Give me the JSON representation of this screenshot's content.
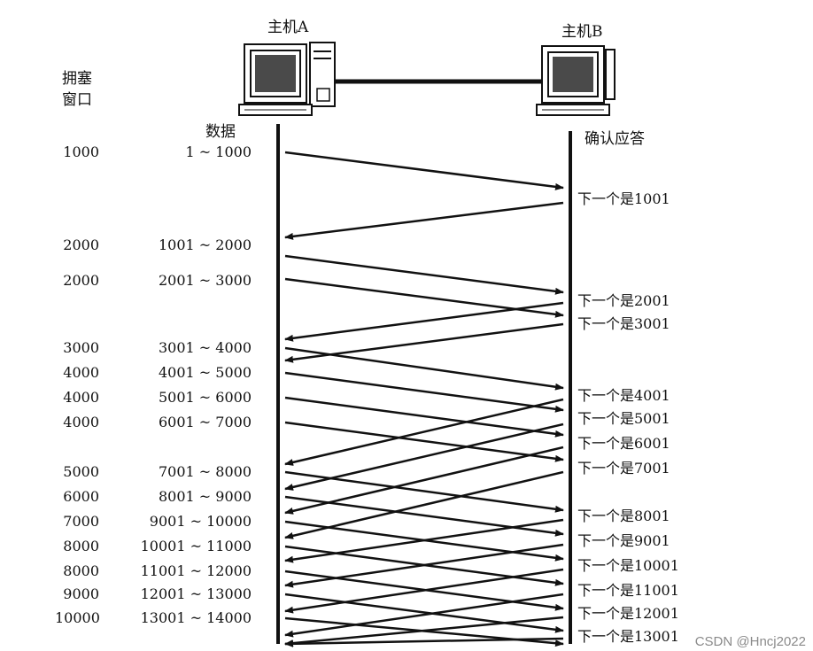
{
  "host_a": {
    "label": "主机A"
  },
  "host_b": {
    "label": "主机B"
  },
  "labels": {
    "cwnd_title_line1": "拥塞",
    "cwnd_title_line2": "窗口",
    "data_title": "数据",
    "ack_title": "确认应答"
  },
  "cwnd": [
    "1000",
    "2000",
    "2000",
    "3000",
    "4000",
    "4000",
    "4000",
    "5000",
    "6000",
    "7000",
    "8000",
    "8000",
    "9000",
    "10000"
  ],
  "data_ranges": [
    "1 ~ 1000",
    "1001 ~ 2000",
    "2001 ~ 3000",
    "3001 ~ 4000",
    "4001 ~ 5000",
    "5001 ~ 6000",
    "6001 ~ 7000",
    "7001 ~ 8000",
    "8001 ~ 9000",
    "9001 ~ 10000",
    "10001 ~ 11000",
    "11001 ~ 12000",
    "12001 ~ 13000",
    "13001 ~ 14000"
  ],
  "acks": [
    "下一个是1001",
    "下一个是2001",
    "下一个是3001",
    "下一个是4001",
    "下一个是5001",
    "下一个是6001",
    "下一个是7001",
    "下一个是8001",
    "下一个是9001",
    "下一个是10001",
    "下一个是11001",
    "下一个是12001",
    "下一个是13001"
  ],
  "watermark": "CSDN @Hncj2022"
}
